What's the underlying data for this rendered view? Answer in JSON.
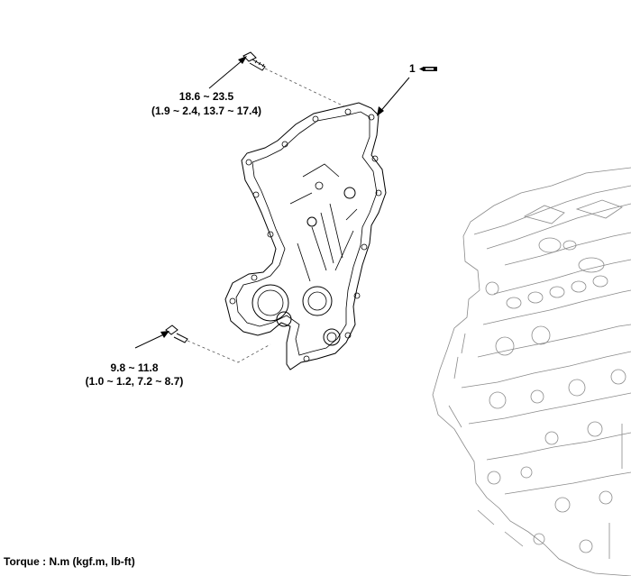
{
  "callouts": {
    "upper_torque": "18.6 ~ 23.5",
    "upper_torque_alt": "(1.9 ~ 2.4, 13.7 ~ 17.4)",
    "lower_torque": "9.8 ~ 11.8",
    "lower_torque_alt": "(1.0 ~ 1.2, 7.2 ~ 8.7)",
    "part_number": "1"
  },
  "footer": {
    "torque_units": "Torque : N.m (kgf.m, lb-ft)"
  },
  "colors": {
    "line": "#000000",
    "engine_outline": "#8a8a8a",
    "background": "#ffffff"
  }
}
